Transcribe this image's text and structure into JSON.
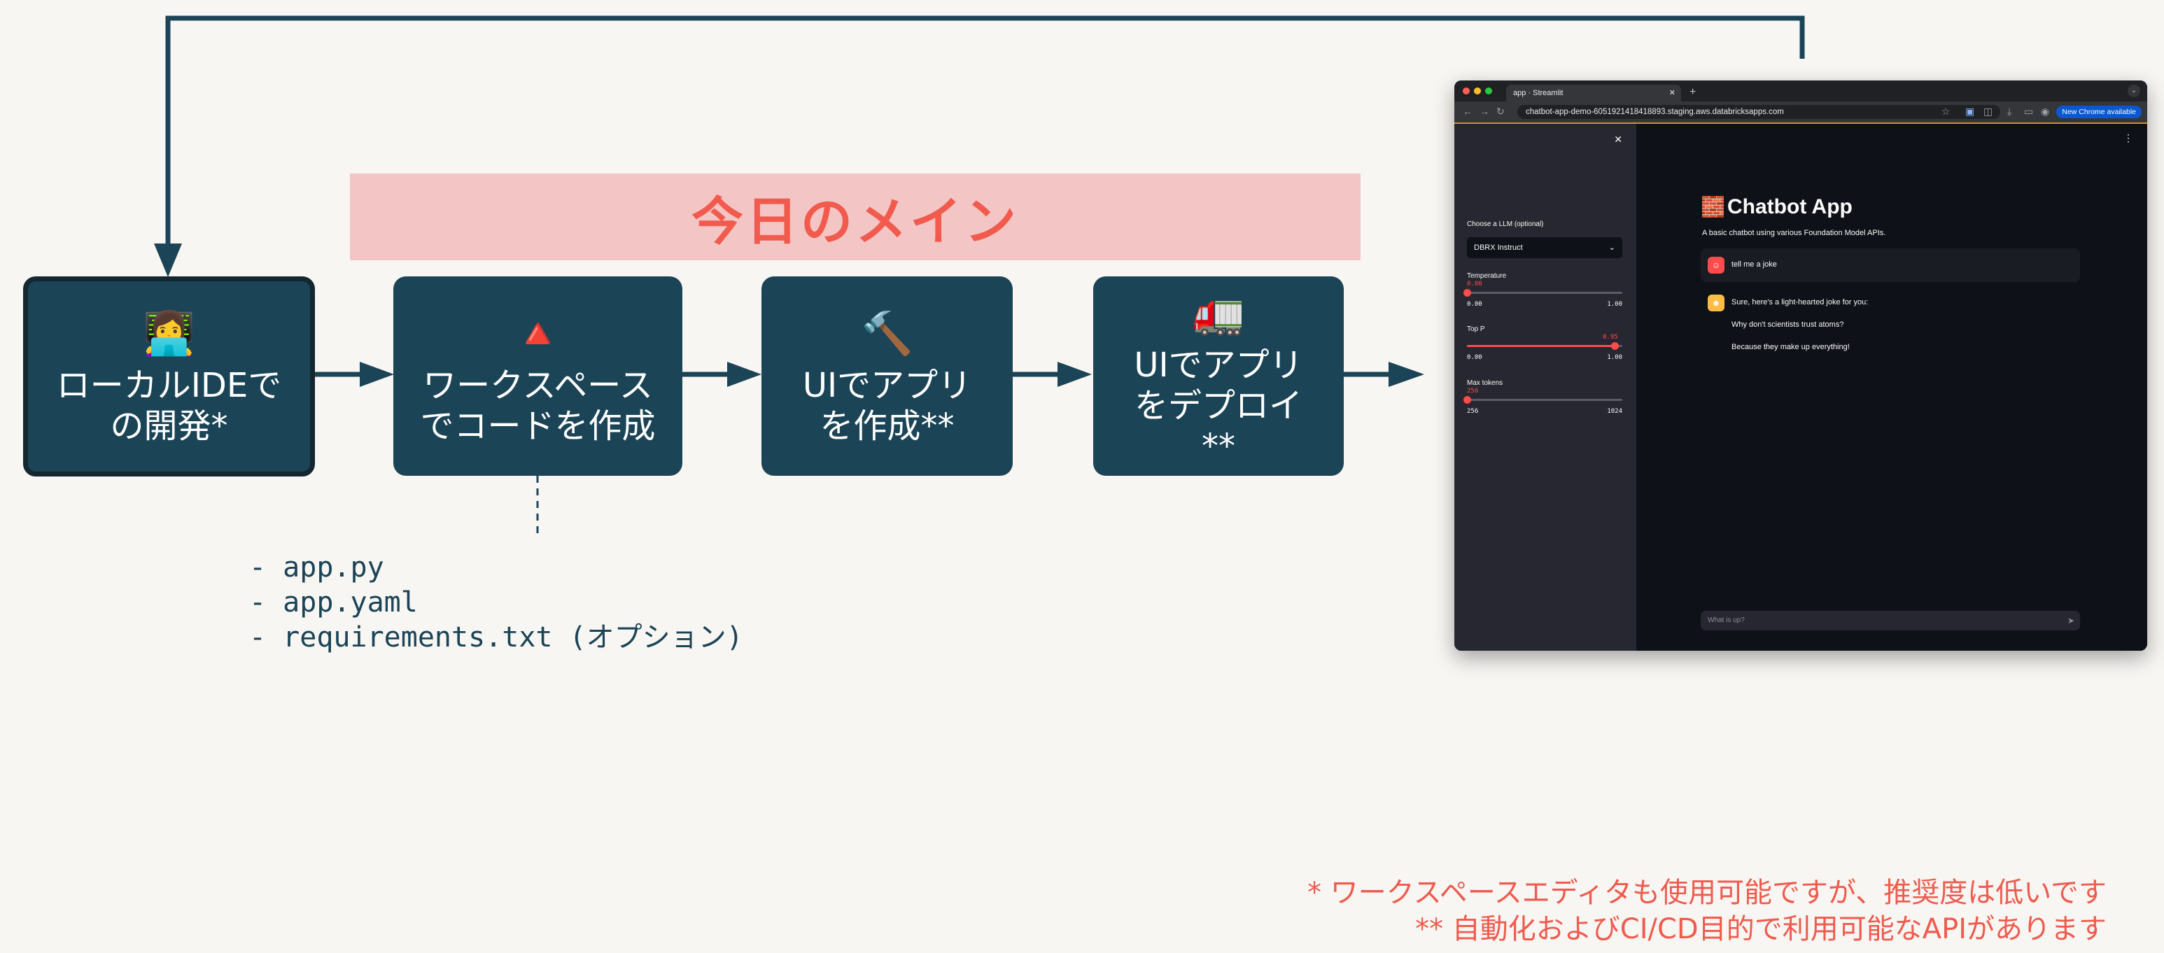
{
  "banner": {
    "text": "今日のメイン"
  },
  "steps": [
    {
      "icon": "👩‍💻",
      "icon_name": "developer-laptop-icon",
      "label": "ローカルIDEで\nの開発*"
    },
    {
      "icon": "🔺",
      "icon_name": "red-triangle-icon",
      "label": "ワークスペース\nでコードを作成"
    },
    {
      "icon": "🔨",
      "icon_name": "hammer-icon",
      "label": "UIでアプリ\nを作成**"
    },
    {
      "icon": "🚛",
      "icon_name": "delivery-truck-icon",
      "label": "UIでアプリ\nをデプロイ\n**"
    }
  ],
  "files": [
    "- app.py",
    "- app.yaml",
    "- requirements.txt (オプション)"
  ],
  "notes": [
    "*  ワークスペースエディタも使用可能ですが、推奨度は低いです",
    "** 自動化およびCI/CD目的で利用可能なAPIがあります"
  ],
  "colors": {
    "box": "#1b4456",
    "accent": "#f05b4e",
    "banner_bg": "#f4c5c5",
    "background": "#f8f6f3"
  },
  "browser": {
    "tab_title": "app · Streamlit",
    "url": "chatbot-app-demo-6051921418418893.staging.aws.databricksapps.com",
    "update_button": "New Chrome available",
    "sidebar": {
      "llm_label": "Choose a LLM (optional)",
      "llm_value": "DBRX Instruct",
      "sliders": [
        {
          "label": "Temperature",
          "value_text": "0.00",
          "min": "0.00",
          "max": "1.00",
          "fraction": 0.0
        },
        {
          "label": "Top P",
          "value_text": "0.95",
          "min": "0.00",
          "max": "1.00",
          "fraction": 0.95
        },
        {
          "label": "Max tokens",
          "value_text": "256",
          "min": "256",
          "max": "1024",
          "fraction": 0.0
        }
      ]
    },
    "main": {
      "title": "Chatbot App",
      "subtitle": "A basic chatbot using various Foundation Model APIs.",
      "user_message": "tell me a joke",
      "assistant_messages": [
        "Sure, here's a light-hearted joke for you:",
        "Why don't scientists trust atoms?",
        "Because they make up everything!"
      ],
      "input_placeholder": "What is up?"
    }
  }
}
